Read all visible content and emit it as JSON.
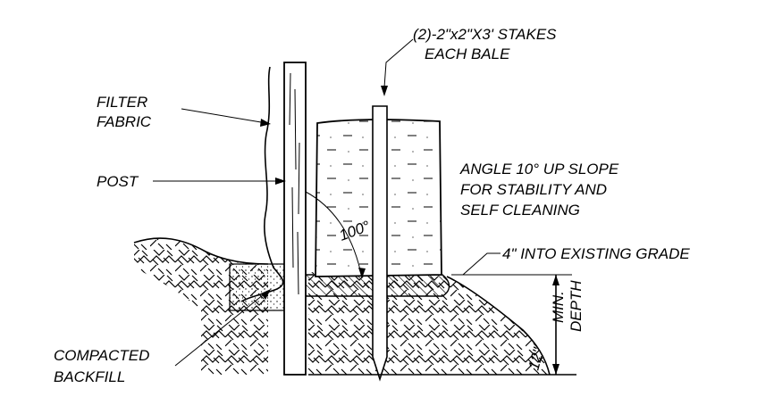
{
  "labels": {
    "stakes_line1": "(2)-2\"x2\"X3' STAKES",
    "stakes_line2": "EACH BALE",
    "filter_line1": "FILTER",
    "filter_line2": "FABRIC",
    "post": "POST",
    "angle_line1": "ANGLE 10° UP SLOPE",
    "angle_line2": "FOR STABILITY AND",
    "angle_line3": "SELF CLEANING",
    "angle_value": "100°",
    "into_grade": "4\" INTO EXISTING GRADE",
    "depth_value": "12\"",
    "depth_min": "MIN.",
    "depth_word": "DEPTH",
    "backfill_line1": "COMPACTED",
    "backfill_line2": "BACKFILL"
  }
}
